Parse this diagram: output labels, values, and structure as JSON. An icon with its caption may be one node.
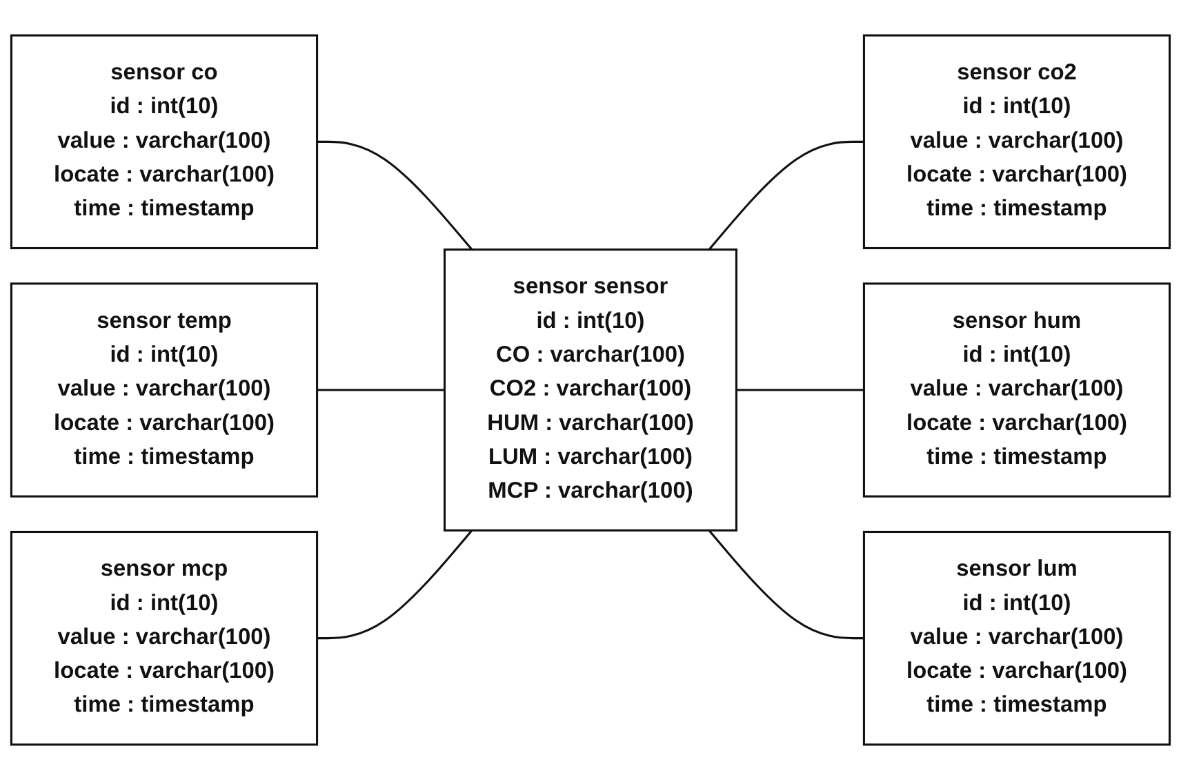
{
  "diagram": {
    "nodes": [
      {
        "text": [
          "sensor co",
          "id : int(10)",
          "value : varchar(100)",
          "locate : varchar(100)",
          "time : timestamp"
        ]
      },
      {
        "text": [
          "sensor co2",
          "id : int(10)",
          "value : varchar(100)",
          "locate : varchar(100)",
          "time : timestamp"
        ]
      },
      {
        "text": [
          "sensor sensor",
          "id : int(10)",
          "CO : varchar(100)",
          "CO2 : varchar(100)",
          "HUM : varchar(100)",
          "LUM : varchar(100)",
          "MCP : varchar(100)"
        ]
      },
      {
        "text": [
          "sensor temp",
          "id : int(10)",
          "value : varchar(100)",
          "locate : varchar(100)",
          "time : timestamp"
        ]
      },
      {
        "text": [
          "sensor hum",
          "id : int(10)",
          "value : varchar(100)",
          "locate : varchar(100)",
          "time : timestamp"
        ]
      },
      {
        "text": [
          "sensor mcp",
          "id : int(10)",
          "value : varchar(100)",
          "locate : varchar(100)",
          "time : timestamp"
        ]
      },
      {
        "text": [
          "sensor lum",
          "id : int(10)",
          "value : varchar(100)",
          "locate : varchar(100)",
          "time : timestamp"
        ]
      }
    ],
    "edges": [
      {
        "from": 0,
        "to": 2,
        "arrow": "none"
      },
      {
        "from": 2,
        "to": 1,
        "arrow": "none"
      },
      {
        "from": 3,
        "to": 2,
        "arrow": "none"
      },
      {
        "from": 2,
        "to": 4,
        "arrow": "none"
      },
      {
        "from": 5,
        "to": 2,
        "arrow": "none"
      },
      {
        "from": 2,
        "to": 6,
        "arrow": "none"
      }
    ]
  }
}
